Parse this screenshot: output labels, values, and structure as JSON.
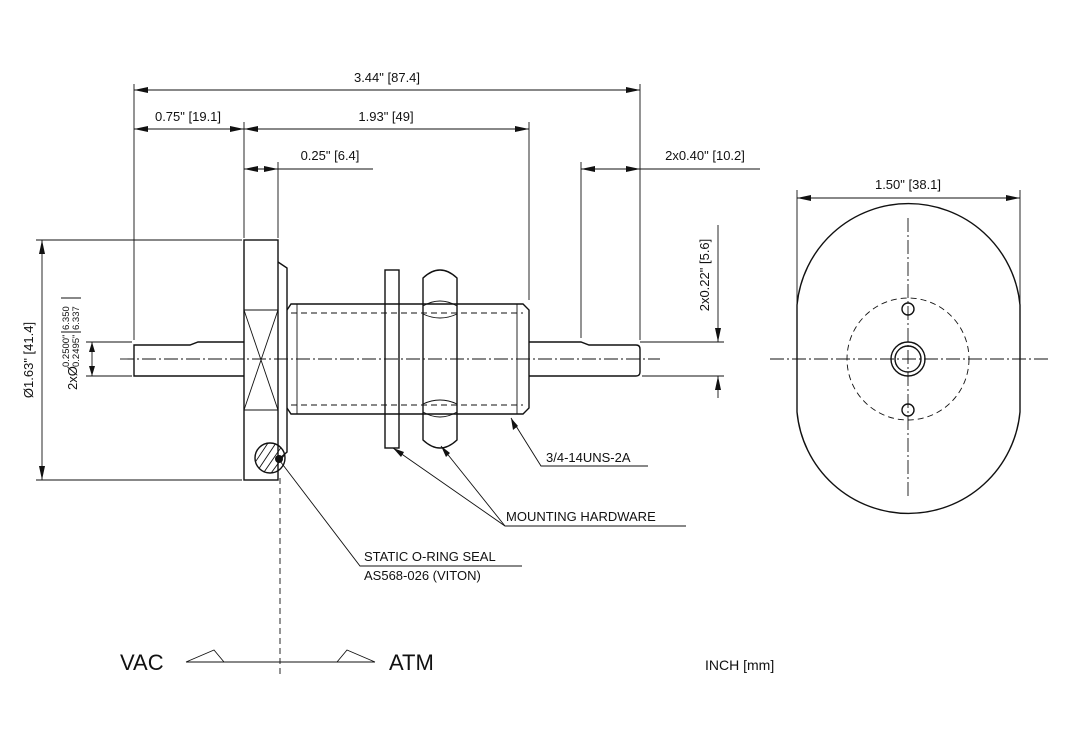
{
  "dimensions": {
    "overall_length": "3.44\" [87.4]",
    "shaft_length_vac": "0.75\" [19.1]",
    "body_length": "1.93\" [49]",
    "flange_thickness": "0.25\" [6.4]",
    "shaft_length_atm": "2x0.40\" [10.2]",
    "face_diameter": "1.50\" [38.1]",
    "flat_depth": "2x0.22\" [5.6]",
    "flange_diameter": "Ø1.63\" [41.4]",
    "shaft_dia_prefix": "2xØ",
    "shaft_dia_inch_max": "0.2500\"",
    "shaft_dia_inch_min": "0.2495\"",
    "shaft_dia_mm_max": "6.350",
    "shaft_dia_mm_min": "6.337"
  },
  "callouts": {
    "thread": "3/4-14UNS-2A",
    "hardware": "MOUNTING HARDWARE",
    "seal_line1": "STATIC O-RING SEAL",
    "seal_line2": "AS568-026 (VITON)"
  },
  "legend": {
    "vac": "VAC",
    "atm": "ATM",
    "units": "INCH [mm]"
  }
}
